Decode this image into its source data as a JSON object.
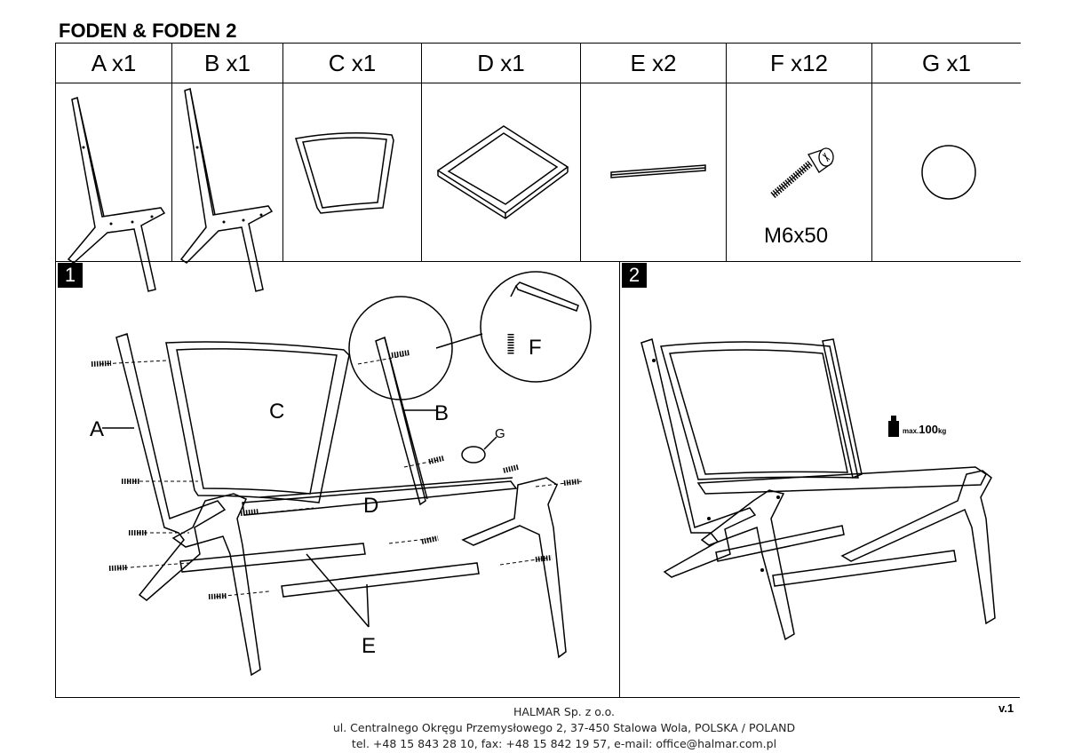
{
  "title": "FODEN & FODEN 2",
  "parts": [
    {
      "letter": "A",
      "qty": "A x1",
      "icon": "side-frame-a-icon"
    },
    {
      "letter": "B",
      "qty": "B x1",
      "icon": "side-frame-b-icon"
    },
    {
      "letter": "C",
      "qty": "C x1",
      "icon": "backrest-frame-icon"
    },
    {
      "letter": "D",
      "qty": "D x1",
      "icon": "seat-frame-icon"
    },
    {
      "letter": "E",
      "qty": "E x2",
      "icon": "crossbar-icon"
    },
    {
      "letter": "F",
      "qty": "F x12",
      "icon": "screw-icon",
      "caption": "M6x50"
    },
    {
      "letter": "G",
      "qty": "G x1",
      "icon": "washer-icon"
    }
  ],
  "steps": [
    {
      "number": "1",
      "labels": {
        "a": "A",
        "b": "B",
        "c": "C",
        "d": "D",
        "e": "E",
        "f": "F",
        "g": "G"
      }
    },
    {
      "number": "2",
      "max_load_prefix": "max.",
      "max_load_value": "100",
      "max_load_unit": "kg"
    }
  ],
  "footer": {
    "company": "HALMAR Sp. z o.o.",
    "address": "ul. Centralnego Okręgu Przemysłowego 2, 37-450 Stalowa Wola, POLSKA / POLAND",
    "contact": "tel. +48 15 843 28 10, fax: +48 15 842 19 57, e-mail: office@halmar.com.pl",
    "version": "v.1"
  }
}
